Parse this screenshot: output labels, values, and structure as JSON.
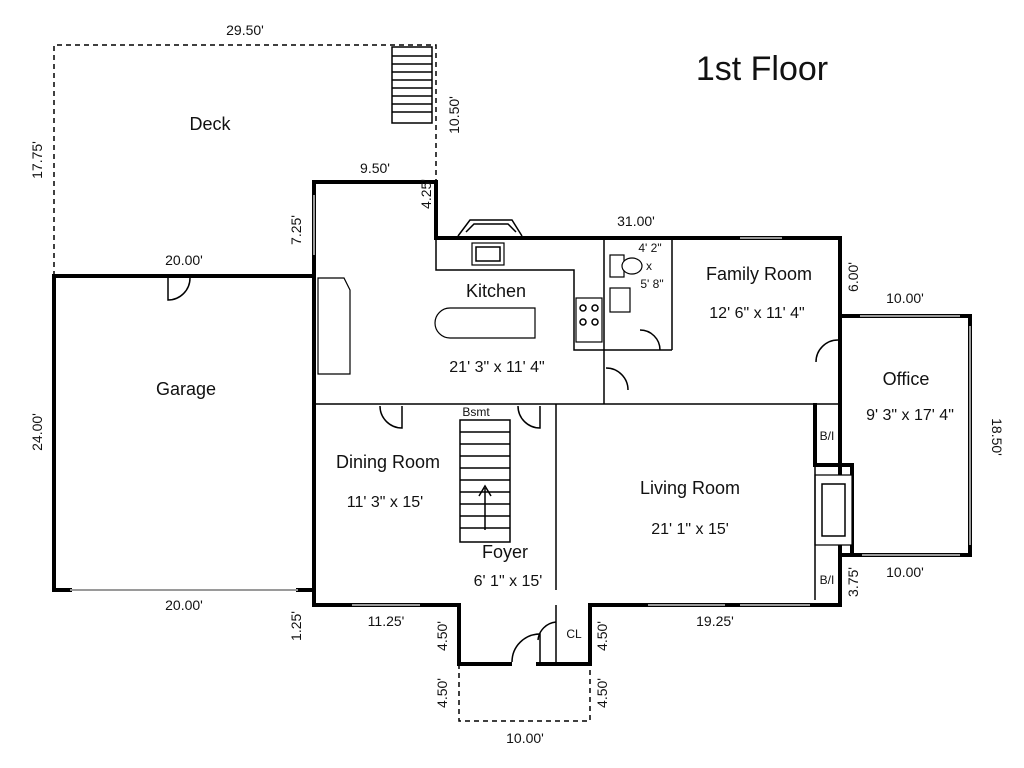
{
  "title": "1st Floor",
  "rooms": {
    "deck": {
      "name": "Deck"
    },
    "garage": {
      "name": "Garage"
    },
    "kitchen": {
      "name": "Kitchen",
      "size": "21' 3\" x 11' 4\""
    },
    "family_room": {
      "name": "Family Room",
      "size": "12' 6\" x 11' 4\""
    },
    "office": {
      "name": "Office",
      "size": "9' 3\" x 17' 4\""
    },
    "dining_room": {
      "name": "Dining Room",
      "size": "11' 3\" x 15'"
    },
    "living_room": {
      "name": "Living Room",
      "size": "21' 1\" x 15'"
    },
    "foyer": {
      "name": "Foyer",
      "size": "6' 1\" x 15'"
    },
    "bath": {
      "size_w": "4' 2\"",
      "size_x": "x",
      "size_h": "5' 8\""
    }
  },
  "labels": {
    "bsmt": "Bsmt",
    "closet": "CL",
    "built_in_top": "B/I",
    "built_in_bottom": "B/I"
  },
  "dimensions": {
    "deck_width": "29.50'",
    "deck_depth": "17.75'",
    "stairs_depth": "10.50'",
    "kitchen_bump_width": "9.50'",
    "notch_depth": "4.25'",
    "kitchen_bump_depth": "7.25'",
    "rear_wall": "31.00'",
    "garage_top": "20.00'",
    "garage_bottom": "20.00'",
    "garage_depth": "24.00'",
    "family_offset": "6.00'",
    "office_top": "10.00'",
    "office_bottom": "10.00'",
    "office_depth": "18.50'",
    "office_offset": "3.75'",
    "front_left": "11.25'",
    "garage_offset": "1.25'",
    "front_right": "19.25'",
    "entry_left": "4.50'",
    "entry_right": "4.50'",
    "porch_left": "4.50'",
    "porch_right": "4.50'",
    "porch_width": "10.00'"
  }
}
